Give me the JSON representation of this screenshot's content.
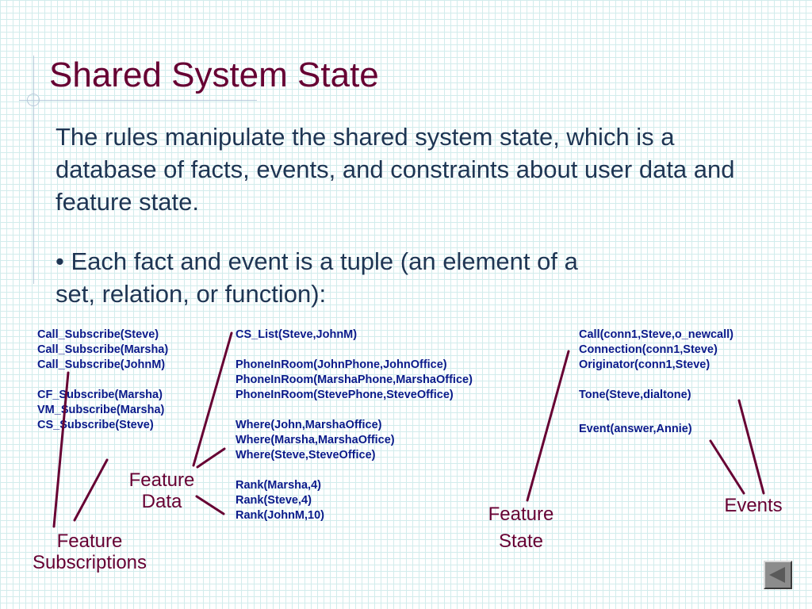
{
  "slide": {
    "title": "Shared System State",
    "paragraph": "The rules manipulate the shared system state, which is a database of facts, events, and constraints about user data and feature state.",
    "bullet": {
      "line_1": "• Each fact and event is a tuple (an element of a",
      "line_2": "set, relation, or function):"
    }
  },
  "tuples": {
    "subscriptions": [
      "Call_Subscribe(Steve)",
      "Call_Subscribe(Marsha)",
      "Call_Subscribe(JohnM)",
      "",
      "CF_Subscribe(Marsha)",
      "VM_Subscribe(Marsha)",
      "CS_Subscribe(Steve)"
    ],
    "feature_data": [
      "CS_List(Steve,JohnM)",
      "",
      "PhoneInRoom(JohnPhone,JohnOffice)",
      "PhoneInRoom(MarshaPhone,MarshaOffice)",
      "PhoneInRoom(StevePhone,SteveOffice)",
      "",
      "Where(John,MarshaOffice)",
      "Where(Marsha,MarshaOffice)",
      "Where(Steve,SteveOffice)",
      "",
      "Rank(Marsha,4)",
      "Rank(Steve,4)",
      "Rank(JohnM,10)"
    ],
    "state_events": [
      "Call(conn1,Steve,o_newcall)",
      "Connection(conn1,Steve)",
      "Originator(conn1,Steve)",
      "",
      "Tone(Steve,dialtone)",
      "",
      "Event(answer,Annie)"
    ]
  },
  "callouts": {
    "subscriptions": {
      "line_1": "Feature",
      "line_2": "Subscriptions"
    },
    "data": {
      "line_1": "Feature",
      "line_2": "Data"
    },
    "state": {
      "line_1": "Feature",
      "line_2": "State"
    },
    "events": {
      "line_1": "Events"
    }
  },
  "navigation": {
    "back_icon": "triangle-left-icon"
  },
  "colors": {
    "title": "#660033",
    "body_text": "#1e3553",
    "tuple_text": "#0a1a8a",
    "callout": "#660033",
    "grid": "#d2ecec"
  }
}
